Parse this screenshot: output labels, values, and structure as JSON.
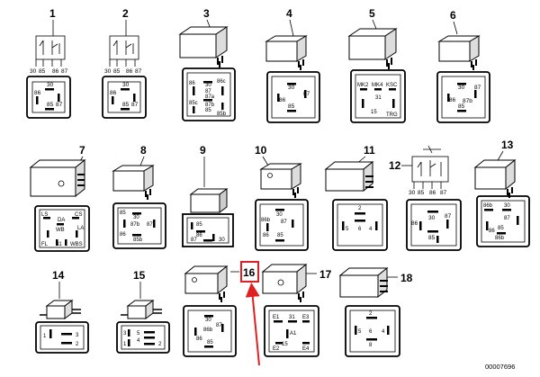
{
  "relays": [
    {
      "id": "1",
      "pins": [
        "30",
        "85",
        "86",
        "87"
      ],
      "face_labels": [
        "30",
        "86",
        "87",
        "85"
      ]
    },
    {
      "id": "2",
      "pins": [
        "30",
        "85",
        "86",
        "87"
      ],
      "face_labels": [
        "30",
        "86",
        "87",
        "85"
      ]
    },
    {
      "id": "3",
      "face_labels": [
        "30",
        "87",
        "87a",
        "87b",
        "86",
        "85",
        "86c",
        "85c",
        "85b"
      ]
    },
    {
      "id": "4",
      "face_labels": [
        "30",
        "87",
        "86",
        "85"
      ]
    },
    {
      "id": "5",
      "face_labels": [
        "MK2",
        "MK4",
        "KSC",
        "31",
        "15",
        "TRG"
      ]
    },
    {
      "id": "6",
      "face_labels": [
        "30",
        "87",
        "87b",
        "86",
        "85"
      ]
    },
    {
      "id": "7",
      "face_labels": [
        "LS",
        "CS",
        "DA",
        "WB",
        "LA",
        "FL",
        "31",
        "WBS"
      ]
    },
    {
      "id": "8",
      "face_labels": [
        "85",
        "30",
        "87b",
        "87",
        "86",
        "85b"
      ]
    },
    {
      "id": "9",
      "face_labels": [
        "85",
        "86",
        "87",
        "30"
      ]
    },
    {
      "id": "10",
      "face_labels": [
        "30",
        "86b",
        "87",
        "86",
        "85"
      ]
    },
    {
      "id": "11",
      "face_labels": [
        "2",
        "5",
        "6",
        "4"
      ]
    },
    {
      "id": "12",
      "pins": [
        "30",
        "85",
        "86",
        "87"
      ],
      "face_labels": [
        "30",
        "87",
        "86",
        "85"
      ]
    },
    {
      "id": "13",
      "face_labels": [
        "86b",
        "30",
        "87",
        "86",
        "85",
        "86b"
      ]
    },
    {
      "id": "14",
      "face_labels": [
        "1",
        "3",
        "2"
      ]
    },
    {
      "id": "15",
      "face_labels": [
        "3",
        "5",
        "1",
        "4",
        "2"
      ]
    },
    {
      "id": "16",
      "face_labels": [
        "30",
        "86b",
        "87",
        "86",
        "85"
      ]
    },
    {
      "id": "17",
      "face_labels": [
        "E1",
        "31",
        "E3",
        "A1",
        "15",
        "E2",
        "E4"
      ]
    },
    {
      "id": "18",
      "face_labels": [
        "2",
        "5",
        "6",
        "4",
        "8"
      ]
    }
  ],
  "highlight": {
    "target": "16",
    "color": "#e02020"
  },
  "reference_code": "00007696"
}
